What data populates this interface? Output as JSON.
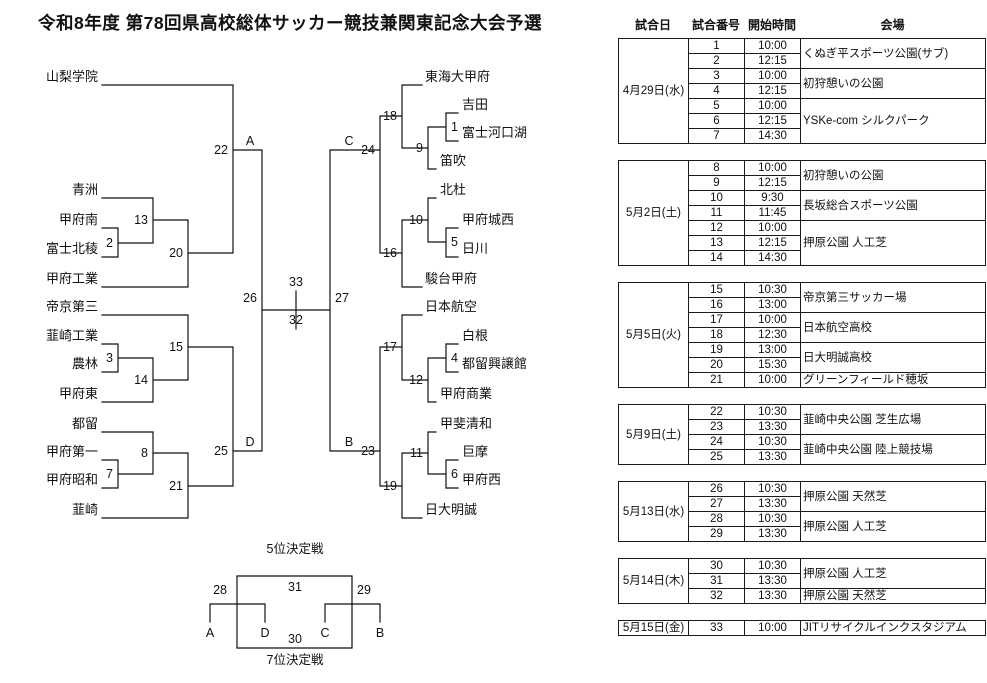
{
  "title": "令和8年度 第78回県高校総体サッカー競技兼関東記念大会予選",
  "bracket": {
    "teams": {
      "lt": [
        "山梨学院",
        "青洲",
        "甲府南",
        "富士北稜",
        "甲府工業"
      ],
      "lb": [
        "帝京第三",
        "韮崎工業",
        "農林",
        "甲府東",
        "都留",
        "甲府第一",
        "甲府昭和",
        "韮崎"
      ],
      "rt": [
        "東海大甲府",
        "吉田",
        "富士河口湖",
        "笛吹",
        "北杜",
        "甲府城西",
        "日川",
        "駿台甲府"
      ],
      "rb": [
        "日本航空",
        "白根",
        "都留興譲館",
        "甲府商業",
        "甲斐清和",
        "巨摩",
        "甲府西",
        "日大明誠"
      ]
    },
    "match_numbers": [
      "1",
      "2",
      "3",
      "4",
      "5",
      "6",
      "7",
      "8",
      "9",
      "10",
      "11",
      "12",
      "13",
      "14",
      "15",
      "16",
      "17",
      "18",
      "19",
      "20",
      "21",
      "22",
      "23",
      "24",
      "25",
      "26",
      "27",
      "28",
      "29",
      "30",
      "31",
      "32",
      "33"
    ],
    "slots": {
      "a": "A",
      "b": "B",
      "c": "C",
      "d": "D"
    },
    "playoff": {
      "fifth": "5位決定戦",
      "seventh": "7位決定戦"
    }
  },
  "schedule": {
    "headers": [
      "試合日",
      "試合番号",
      "開始時間",
      "会場"
    ],
    "blocks": [
      {
        "date": "4月29日(水)",
        "rows": [
          {
            "no": "1",
            "time": "10:00",
            "venue": "くぬぎ平スポーツ公園(サブ)",
            "span": 2
          },
          {
            "no": "2",
            "time": "12:15"
          },
          {
            "no": "3",
            "time": "10:00",
            "venue": "初狩憩いの公園",
            "span": 2
          },
          {
            "no": "4",
            "time": "12:15"
          },
          {
            "no": "5",
            "time": "10:00",
            "venue": "YSKe-com シルクパーク",
            "span": 3
          },
          {
            "no": "6",
            "time": "12:15"
          },
          {
            "no": "7",
            "time": "14:30"
          }
        ]
      },
      {
        "date": "5月2日(土)",
        "rows": [
          {
            "no": "8",
            "time": "10:00",
            "venue": "初狩憩いの公園",
            "span": 2
          },
          {
            "no": "9",
            "time": "12:15"
          },
          {
            "no": "10",
            "time": "9:30",
            "venue": "長坂総合スポーツ公園",
            "span": 2
          },
          {
            "no": "11",
            "time": "11:45"
          },
          {
            "no": "12",
            "time": "10:00",
            "venue": "押原公園 人工芝",
            "span": 3
          },
          {
            "no": "13",
            "time": "12:15"
          },
          {
            "no": "14",
            "time": "14:30"
          }
        ]
      },
      {
        "date": "5月5日(火)",
        "rows": [
          {
            "no": "15",
            "time": "10:30",
            "venue": "帝京第三サッカー場",
            "span": 2
          },
          {
            "no": "16",
            "time": "13:00"
          },
          {
            "no": "17",
            "time": "10:00",
            "venue": "日本航空高校",
            "span": 2
          },
          {
            "no": "18",
            "time": "12:30"
          },
          {
            "no": "19",
            "time": "13:00",
            "venue": "日大明誠高校",
            "span": 2
          },
          {
            "no": "20",
            "time": "15:30"
          },
          {
            "no": "21",
            "time": "10:00",
            "venue": "グリーンフィールド穂坂",
            "span": 1
          }
        ]
      },
      {
        "date": "5月9日(土)",
        "rows": [
          {
            "no": "22",
            "time": "10:30",
            "venue": "韮崎中央公園 芝生広場",
            "span": 2
          },
          {
            "no": "23",
            "time": "13:30"
          },
          {
            "no": "24",
            "time": "10:30",
            "venue": "韮崎中央公園 陸上競技場",
            "span": 2
          },
          {
            "no": "25",
            "time": "13:30"
          }
        ]
      },
      {
        "date": "5月13日(水)",
        "rows": [
          {
            "no": "26",
            "time": "10:30",
            "venue": "押原公園 天然芝",
            "span": 2
          },
          {
            "no": "27",
            "time": "13:30"
          },
          {
            "no": "28",
            "time": "10:30",
            "venue": "押原公園 人工芝",
            "span": 2
          },
          {
            "no": "29",
            "time": "13:30"
          }
        ]
      },
      {
        "date": "5月14日(木)",
        "rows": [
          {
            "no": "30",
            "time": "10:30",
            "venue": "押原公園 人工芝",
            "span": 2
          },
          {
            "no": "31",
            "time": "13:30"
          },
          {
            "no": "32",
            "time": "13:30",
            "venue": "押原公園 天然芝",
            "span": 1
          }
        ]
      },
      {
        "date": "5月15日(金)",
        "rows": [
          {
            "no": "33",
            "time": "10:00",
            "venue": "JITリサイクルインクスタジアム",
            "span": 1
          }
        ]
      }
    ]
  }
}
